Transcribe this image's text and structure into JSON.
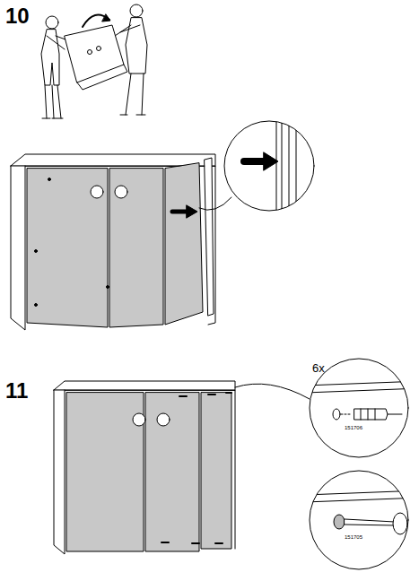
{
  "diagram": {
    "labels": [
      "10",
      "11",
      "6x",
      "151706",
      "151705"
    ]
  }
}
